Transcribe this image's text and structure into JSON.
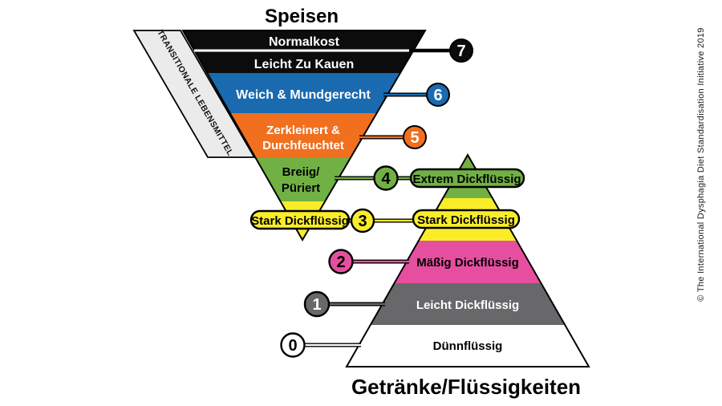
{
  "titles": {
    "foods": "Speisen",
    "drinks": "Getränke/Flüssigkeiten"
  },
  "transitional_label": "TRANSITIONALE LEBENSMITTEL",
  "copyright": "© The International Dysphagia Diet Standardisation Initiative 2019",
  "colors": {
    "level7": "#0c0c0c",
    "level6": "#1a6ab0",
    "level5": "#f0701f",
    "level4": "#71b144",
    "level3": "#f9ed2a",
    "level2": "#e64f9f",
    "level1": "#68686a",
    "level0": "#ffffff",
    "strip": "#ebebeb",
    "outline": "#000000"
  },
  "food_levels": {
    "normalkost": "Normalkost",
    "leicht_zu_kauen": "Leicht Zu Kauen",
    "weich_mundgerecht": "Weich & Mundgerecht",
    "zerkleinert_line1": "Zerkleinert &",
    "zerkleinert_line2": "Durchfeuchtet",
    "breiig_line1": "Breiig/",
    "breiig_line2": "Püriert",
    "stark_dickfluessig": "Stark Dickflüssig"
  },
  "drink_levels": {
    "extrem_dickfluessig": "Extrem Dickflüssig",
    "stark_dickfluessig": "Stark Dickflüssig",
    "maessig_dickfluessig": "Mäßig Dickflüssig",
    "leicht_dickfluessig": "Leicht Dickflüssig",
    "duennfluessig": "Dünnflüssig"
  },
  "badges": {
    "b7": "7",
    "b6": "6",
    "b5": "5",
    "b4": "4",
    "b3": "3",
    "b2": "2",
    "b1": "1",
    "b0": "0"
  }
}
